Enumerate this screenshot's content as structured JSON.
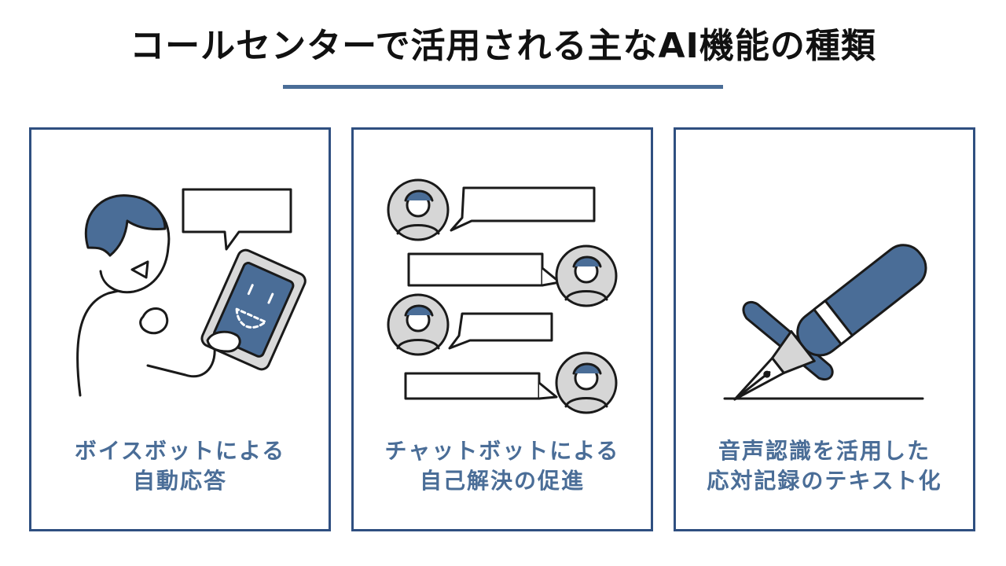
{
  "title": "コールセンターで活用される主なAI機能の種類",
  "colors": {
    "accent": "#4a6d97",
    "border": "#2f4f80",
    "ink": "#1a1a1a"
  },
  "cards": [
    {
      "icon": "voicebot-illustration-icon",
      "line1": "ボイスボットによる",
      "line2": "自動応答"
    },
    {
      "icon": "chatbot-illustration-icon",
      "line1": "チャットボットによる",
      "line2": "自己解決の促進"
    },
    {
      "icon": "fountain-pen-illustration-icon",
      "line1": "音声認識を活用した",
      "line2": "応対記録のテキスト化"
    }
  ]
}
